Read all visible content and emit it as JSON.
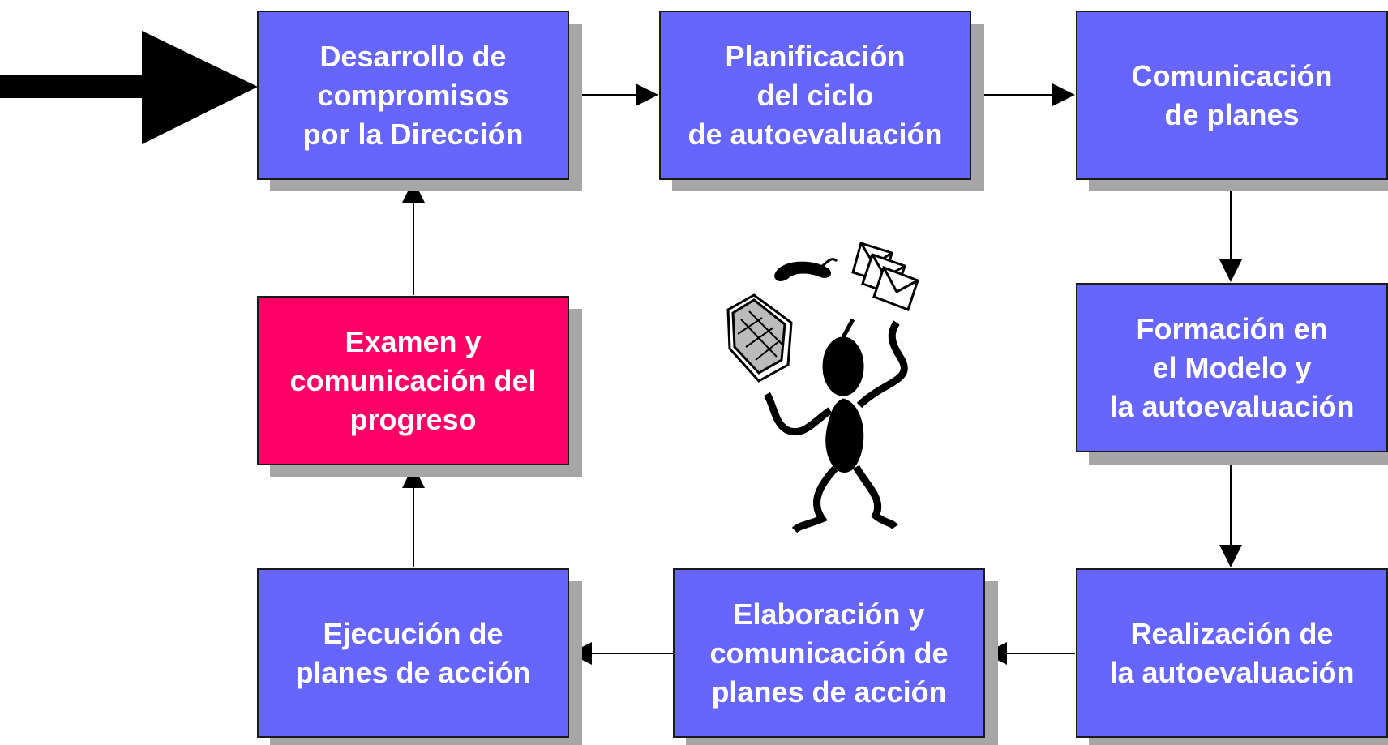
{
  "colors": {
    "step": "#6666ff",
    "highlight": "#ff0066",
    "text": "#ffffff",
    "line": "#000000",
    "shadow": "#a6a6a6"
  },
  "steps": [
    {
      "id": "desarrollo",
      "label": "Desarrollo de\ncompromisos\npor la Dirección",
      "highlight": false
    },
    {
      "id": "planificacion",
      "label": "Planificación\ndel ciclo\nde autoevaluación",
      "highlight": false
    },
    {
      "id": "comunicacion",
      "label": "Comunicación\nde planes",
      "highlight": false
    },
    {
      "id": "formacion",
      "label": "Formación en\nel Modelo y\nla autoevaluación",
      "highlight": false
    },
    {
      "id": "realizacion",
      "label": "Realización de\nla autoevaluación",
      "highlight": false
    },
    {
      "id": "elaboracion",
      "label": "Elaboración y\ncomunicación de\nplanes de acción",
      "highlight": false
    },
    {
      "id": "ejecucion",
      "label": "Ejecución de\nplanes de acción",
      "highlight": false
    },
    {
      "id": "examen",
      "label": "Examen y\ncomunicación del\nprogreso",
      "highlight": true
    }
  ],
  "connectors": [
    {
      "from": "entry",
      "to": "desarrollo"
    },
    {
      "from": "desarrollo",
      "to": "planificacion"
    },
    {
      "from": "planificacion",
      "to": "comunicacion"
    },
    {
      "from": "comunicacion",
      "to": "formacion"
    },
    {
      "from": "formacion",
      "to": "realizacion"
    },
    {
      "from": "realizacion",
      "to": "elaboracion"
    },
    {
      "from": "elaboracion",
      "to": "ejecucion"
    },
    {
      "from": "ejecucion",
      "to": "examen"
    },
    {
      "from": "examen",
      "to": "desarrollo"
    }
  ],
  "illustration": {
    "icon": "juggling-person-icon",
    "items": [
      "telephone-icon",
      "envelopes-icon",
      "keyboard-icon"
    ]
  }
}
